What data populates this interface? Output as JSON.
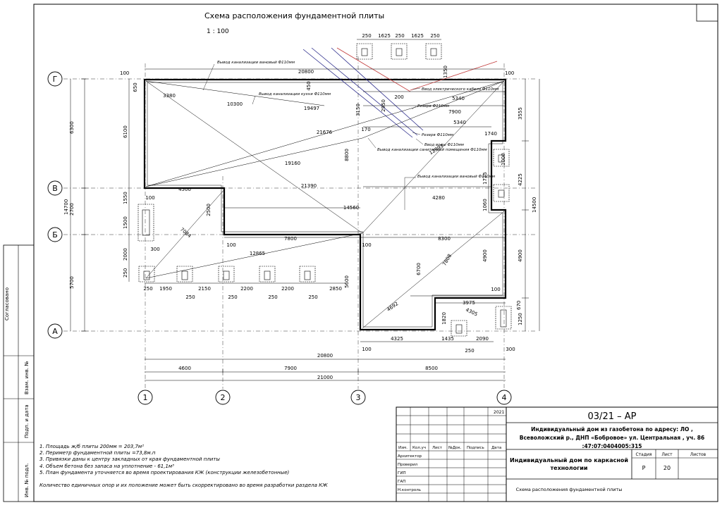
{
  "title": "Схема расположения фундаментной плиты",
  "scale": "1 : 100",
  "axes": {
    "rows": [
      "Г",
      "В",
      "Б",
      "А"
    ],
    "cols": [
      "1",
      "2",
      "3",
      "4"
    ],
    "left_dims_outer": [
      "6300",
      "2700",
      "5700"
    ],
    "left_total": "14700",
    "left_dims_inner": [
      "6100",
      "1550",
      "1500",
      "2000",
      "250"
    ],
    "right_dims": [
      "3555",
      "4225",
      "4900",
      "1250"
    ],
    "right_total": "14500",
    "bottom_dims_top": [
      "4600",
      "7900",
      "8500"
    ],
    "bottom_total_top": "20800",
    "bottom_total": "21000",
    "pier_dims": [
      "250",
      "1950",
      "2150",
      "2200",
      "2200",
      "2850"
    ],
    "pier_dims_low": [
      "250",
      "250",
      "250",
      "250",
      "250"
    ],
    "top_pier_dims": [
      "250",
      "1625",
      "250",
      "1625",
      "250"
    ]
  },
  "plan_dims": {
    "top_total": "20800",
    "d3380": "3380",
    "d10300": "10300",
    "d19497": "19497",
    "d21676": "21676",
    "d19160": "19160",
    "d21390": "21390",
    "d4500": "4500",
    "d14560": "14560",
    "d4280": "4280",
    "d7800": "7800",
    "d8300": "8300",
    "d12865": "12865",
    "d7084": "7084",
    "d5340a": "5340",
    "d7900": "7900",
    "d5340b": "5340",
    "d1740": "1740",
    "d12997": "12997",
    "d3975": "3975",
    "d4305": "4305",
    "d4692": "4692",
    "d7808": "7808",
    "d4325": "4325",
    "d1435": "1435",
    "d2090": "2090",
    "d1820": "1820",
    "d670": "670",
    "d6700": "6700",
    "d4900": "4900",
    "d3150": "3150",
    "d2950": "2950",
    "d8800": "8800",
    "d5600": "5600",
    "d2500": "2500",
    "d1725": "1725",
    "d1000": "1000",
    "d650": "650",
    "d450": "450",
    "d1350": "1350",
    "d200": "200",
    "d100": "100",
    "d300": "300",
    "d250": "250",
    "d170": "170",
    "d1060": "1060"
  },
  "leaders": [
    "Вывод канализации вановый Ф110мм",
    "Вывод канализации кухня Ф110мм",
    "Ввод электрического кабеля Ф110мм",
    "Резерв Ф110мм",
    "Резерв Ф110мм",
    "Ввод воды Ф110мм",
    "Вывод канализации санитарный помещения Ф110мм",
    "Вывод канализации вановый Ф110мм"
  ],
  "notes": [
    "1. Площадь ж/б плиты 200мм          = 203,7м²",
    "2. Периметр фундаментной плиты =73,8м.п",
    "3. Привязки даны к центру закладных от края фундаментной плиты",
    "4. Объем бетона без запаса на уплотнение - 61,1м³",
    "5. План фундамента уточняется во время проектирования КЖ (конструкции железобетонные)"
  ],
  "footnote": "Количество единичных опор и их положение может быть скорректировано во время разработки раздела КЖ",
  "side_stamp": [
    "Согласовано",
    "Взам. инв. №",
    "Подп. и дата",
    "Инв. № подл."
  ],
  "title_block": {
    "code": "03/21 – АР",
    "year": "2021",
    "address": [
      "Индивидуальный дом из газобетона по адресу: ЛО ,",
      "Всеволожский р., ДНП «Бобровое»  ул. Центральная , уч. 86",
      ":47:07:0404005:315"
    ],
    "object": [
      "Индивидуальный дом по каркасной",
      "технологии"
    ],
    "sheet_name": "Схема расположения  фундаментной плиты",
    "col_headers": [
      "Изм.",
      "Кол.уч",
      "Лист",
      "№Док.",
      "Подпись",
      "Дата"
    ],
    "roles": [
      "Архитектор",
      "Проверил",
      "ГИП",
      "ГАП",
      "Н.контроль"
    ],
    "stage_header": "Стадия",
    "sheet_header": "Лист",
    "sheets_header": "Листов",
    "stage": "Р",
    "sheet": "20",
    "sheets": ""
  }
}
